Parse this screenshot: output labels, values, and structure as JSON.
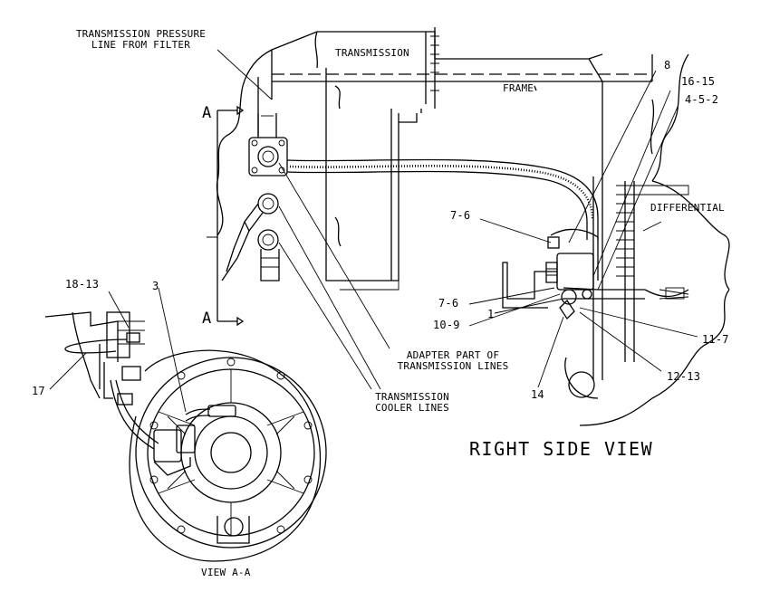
{
  "labels": {
    "trans_pressure_line_1": "TRANSMISSION PRESSURE",
    "trans_pressure_line_2": "LINE FROM FILTER",
    "transmission": "TRANSMISSION",
    "frame": "FRAME",
    "differential": "DIFFERENTIAL",
    "adapter_1": "ADAPTER PART OF",
    "adapter_2": "TRANSMISSION LINES",
    "cooler_1": "TRANSMISSION",
    "cooler_2": "COOLER LINES",
    "right_side_view": "RIGHT SIDE VIEW",
    "view_aa": "VIEW A-A",
    "section_a_top": "A",
    "section_a_bottom": "A"
  },
  "callouts": {
    "c8": "8",
    "c16_15": "16-15",
    "c4_5_2": "4-5-2",
    "c7_6_top": "7-6",
    "c7_6_mid": "7-6",
    "c10_9": "10-9",
    "c1": "1",
    "c11_7": "11-7",
    "c12_13": "12-13",
    "c14": "14",
    "c18_13": "18-13",
    "c3": "3",
    "c17": "17"
  }
}
